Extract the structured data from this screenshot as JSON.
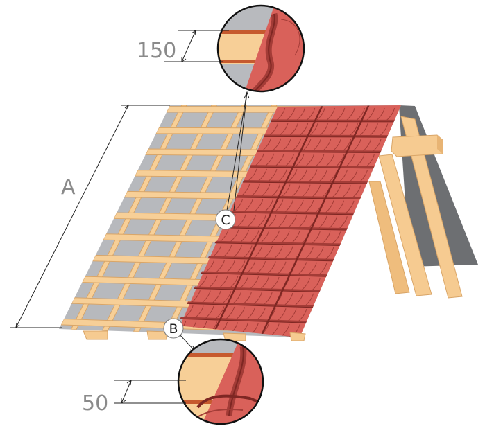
{
  "labels": {
    "dimension_a": "A",
    "callout_b": "B",
    "callout_c": "C",
    "dimension_150": "150",
    "dimension_50": "50"
  },
  "colors": {
    "batten": "#f7cf97",
    "batten_edge": "#d9a567",
    "membrane": "#b7b9bd",
    "membrane_dark": "#6e7074",
    "tile": "#d9615a",
    "tile_dark": "#a33c37",
    "tile_line": "#7e2723",
    "rafter": "#f6cb91",
    "gable": "#6d6f72",
    "dim_line": "#222222"
  }
}
